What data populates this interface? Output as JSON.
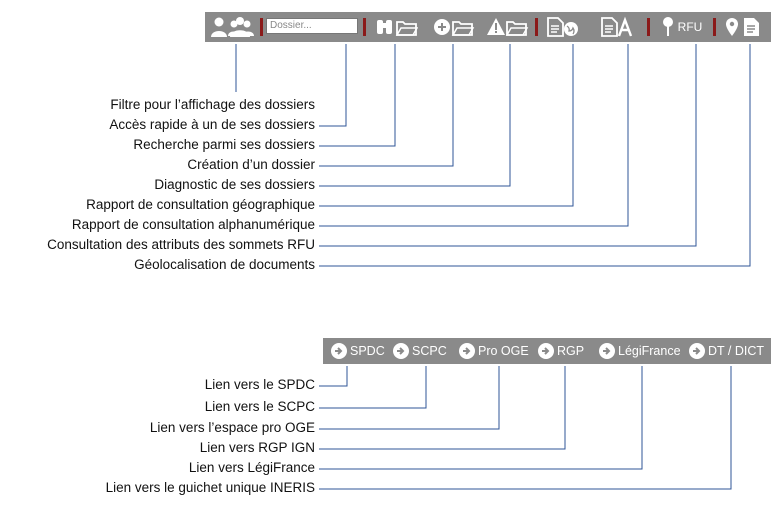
{
  "toolbar": {
    "search_placeholder": "Dossier...",
    "rfu_label": "RFU",
    "icons": [
      "users-icon",
      "binoculars-folder-icon",
      "add-folder-icon",
      "warning-folder-icon",
      "geo-report-icon",
      "alpha-report-icon",
      "pin-rfu-icon",
      "location-document-icon"
    ]
  },
  "callouts_top": [
    "Filtre pour l’affichage des dossiers",
    "Accès rapide à un de ses dossiers",
    "Recherche parmi ses dossiers",
    "Création d’un dossier",
    "Diagnostic de ses dossiers",
    "Rapport de consultation géographique",
    "Rapport de consultation alphanumérique",
    "Consultation des attributs des sommets RFU",
    "Géolocalisation de documents"
  ],
  "links_bar": [
    "SPDC",
    "SCPC",
    "Pro OGE",
    "RGP",
    "LégiFrance",
    "DT / DICT"
  ],
  "callouts_bottom": [
    "Lien vers le SPDC",
    "Lien vers le SCPC",
    "Lien vers l’espace pro OGE",
    "Lien vers RGP IGN",
    "Lien vers LégiFrance",
    "Lien vers le guichet unique INERIS"
  ],
  "colors": {
    "bar": "#8a8a8a",
    "separator": "#8b1a1a",
    "leader_line": "#2f5597"
  }
}
